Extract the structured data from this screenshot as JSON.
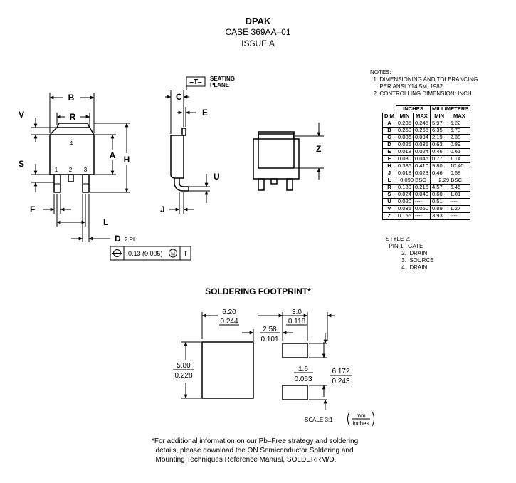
{
  "header": {
    "title": "DPAK",
    "case": "CASE 369AA–01",
    "issue": "ISSUE A"
  },
  "notes": {
    "heading": "NOTES:",
    "lines": [
      "  1. DIMENSIONING AND TOLERANCING",
      "      PER ANSI Y14.5M, 1982.",
      "  2. CONTROLLING DIMENSION: INCH."
    ]
  },
  "dimension_table": {
    "group_headers": [
      "INCHES",
      "MILLIMETERS"
    ],
    "columns": [
      "DIM",
      "MIN",
      "MAX",
      "MIN",
      "MAX"
    ],
    "rows": [
      [
        "A",
        "0.235",
        "0.245",
        "5.97",
        "6.22"
      ],
      [
        "B",
        "0.250",
        "0.265",
        "6.35",
        "6.73"
      ],
      [
        "C",
        "0.086",
        "0.094",
        "2.19",
        "2.38"
      ],
      [
        "D",
        "0.025",
        "0.035",
        "0.63",
        "0.89"
      ],
      [
        "E",
        "0.018",
        "0.024",
        "0.46",
        "0.61"
      ],
      [
        "F",
        "0.030",
        "0.045",
        "0.77",
        "1.14"
      ],
      [
        "H",
        "0.386",
        "0.410",
        "9.80",
        "10.40"
      ],
      [
        "J",
        "0.018",
        "0.023",
        "0.46",
        "0.58"
      ],
      [
        "L",
        "0.090 BSC",
        "",
        "2.29 BSC",
        ""
      ],
      [
        "R",
        "0.180",
        "0.215",
        "4.57",
        "5.45"
      ],
      [
        "S",
        "0.024",
        "0.040",
        "0.60",
        "1.01"
      ],
      [
        "U",
        "0.020",
        "----",
        "0.51",
        "----"
      ],
      [
        "V",
        "0.035",
        "0.050",
        "0.89",
        "1.27"
      ],
      [
        "Z",
        "0.155",
        "----",
        "3.93",
        "----"
      ]
    ]
  },
  "style": {
    "lines": [
      "STYLE 2:",
      "  PIN 1.  GATE",
      "          2.  DRAIN",
      "          3.  SOURCE",
      "          4.  DRAIN"
    ]
  },
  "drawing": {
    "dim_letters": {
      "B": "B",
      "R": "R",
      "V": "V",
      "S": "S",
      "A": "A",
      "H": "H",
      "F": "F",
      "L": "L",
      "D": "D",
      "C": "C",
      "E": "E",
      "U": "U",
      "J": "J",
      "Z": "Z"
    },
    "pins": [
      "1",
      "2",
      "3",
      "4"
    ],
    "d_suffix": "2 PL",
    "seating_datum": "–T–",
    "seating_label_1": "SEATING",
    "seating_label_2": "PLANE",
    "tolerance_value": "0.13 (0.005)",
    "tolerance_modifier": "M",
    "tolerance_datum": "T"
  },
  "footprint": {
    "title": "SOLDERING FOOTPRINT*",
    "dim_620": "6.20",
    "dim_0244": "0.244",
    "dim_30": "3.0",
    "dim_0118": "0.118",
    "dim_258": "2.58",
    "dim_0101": "0.101",
    "dim_580": "5.80",
    "dim_0228": "0.228",
    "dim_16": "1.6",
    "dim_0063": "0.063",
    "dim_6172": "6.172",
    "dim_0243": "0.243",
    "scale": "SCALE 3:1",
    "unit_top": "mm",
    "unit_bottom": "inches"
  },
  "footnote": {
    "lines": [
      "*For additional information on our Pb–Free strategy and soldering",
      "  details, please download the ON Semiconductor Soldering and",
      "  Mounting Techniques Reference Manual, SOLDERRM/D."
    ]
  }
}
